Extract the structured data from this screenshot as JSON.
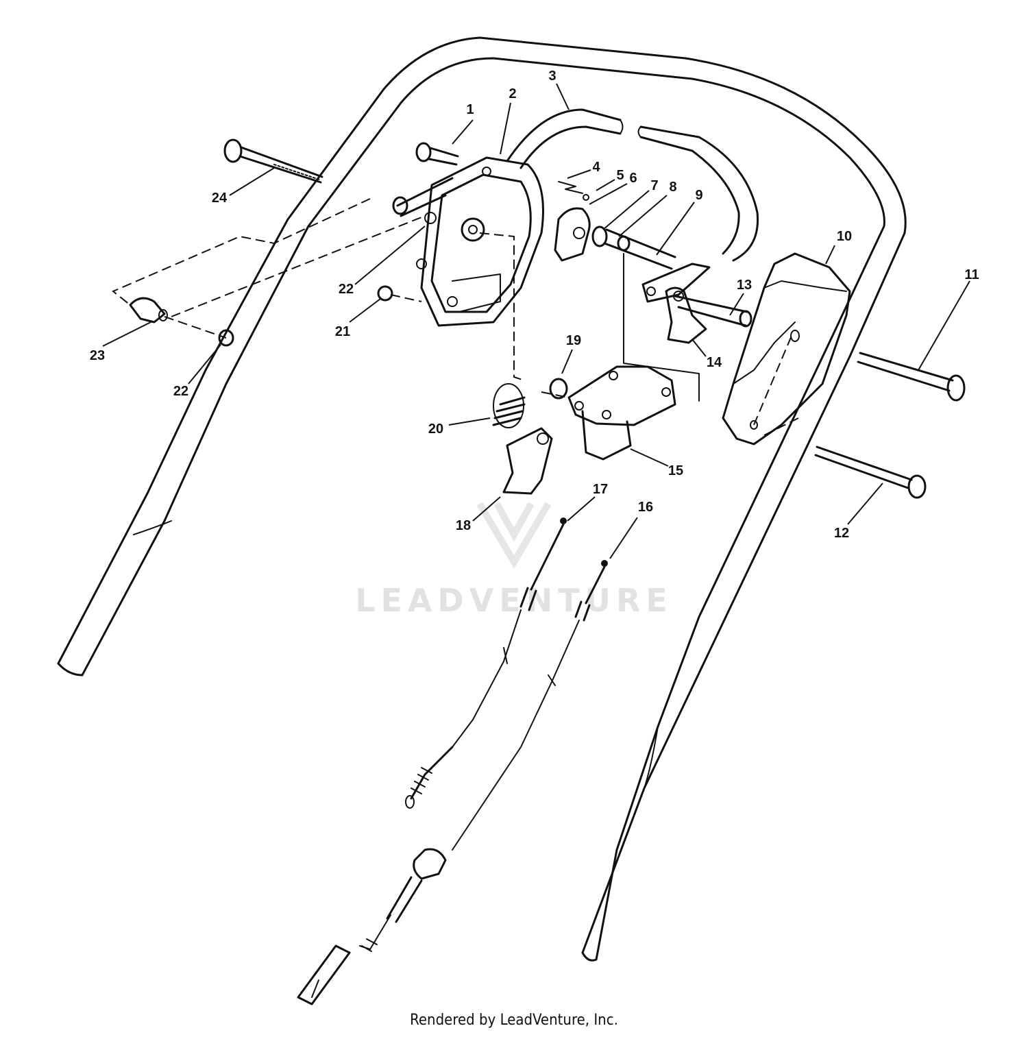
{
  "watermark": {
    "brand": "LEADVENTURE"
  },
  "footer": {
    "credit": "Rendered by LeadVenture, Inc."
  },
  "callouts": [
    {
      "id": "c1",
      "label": "1"
    },
    {
      "id": "c2",
      "label": "2"
    },
    {
      "id": "c3",
      "label": "3"
    },
    {
      "id": "c4",
      "label": "4"
    },
    {
      "id": "c5",
      "label": "5"
    },
    {
      "id": "c6",
      "label": "6"
    },
    {
      "id": "c7",
      "label": "7"
    },
    {
      "id": "c8",
      "label": "8"
    },
    {
      "id": "c9",
      "label": "9"
    },
    {
      "id": "c10",
      "label": "10"
    },
    {
      "id": "c11",
      "label": "11"
    },
    {
      "id": "c12",
      "label": "12"
    },
    {
      "id": "c13",
      "label": "13"
    },
    {
      "id": "c14",
      "label": "14"
    },
    {
      "id": "c15",
      "label": "15"
    },
    {
      "id": "c16",
      "label": "16"
    },
    {
      "id": "c17",
      "label": "17"
    },
    {
      "id": "c18",
      "label": "18"
    },
    {
      "id": "c19",
      "label": "19"
    },
    {
      "id": "c20",
      "label": "20"
    },
    {
      "id": "c21",
      "label": "21"
    },
    {
      "id": "c22a",
      "label": "22"
    },
    {
      "id": "c22b",
      "label": "22"
    },
    {
      "id": "c23",
      "label": "23"
    },
    {
      "id": "c24",
      "label": "24"
    }
  ]
}
